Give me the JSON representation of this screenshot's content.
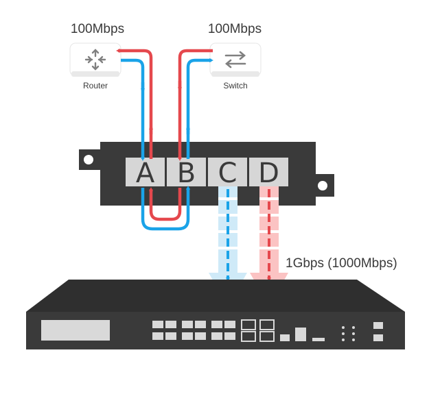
{
  "devices": {
    "router": {
      "name": "Router",
      "bandwidth": "100Mbps",
      "icon": "router-icon"
    },
    "switch": {
      "name": "Switch",
      "bandwidth": "100Mbps",
      "icon": "switch-icon"
    }
  },
  "tap": {
    "ports": [
      {
        "id": "A",
        "label": "A"
      },
      {
        "id": "B",
        "label": "B"
      },
      {
        "id": "C",
        "label": "C"
      },
      {
        "id": "D",
        "label": "D"
      }
    ]
  },
  "monitor": {
    "bandwidth": "1Gbps (1000Mbps)"
  },
  "colors": {
    "blue": "#1aa3e8",
    "red": "#e5484d",
    "device": "#3a3a3a",
    "port": "#d6d6d6"
  }
}
